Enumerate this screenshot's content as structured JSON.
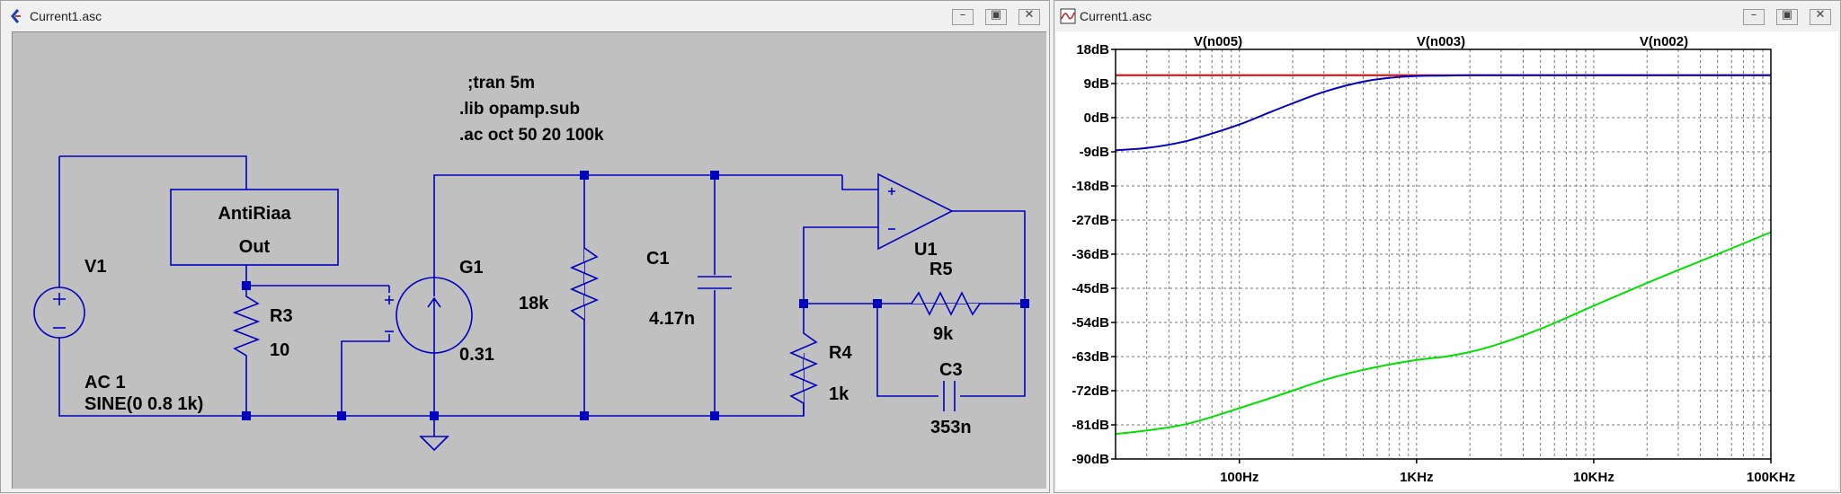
{
  "schematic_window": {
    "title": "Current1.asc"
  },
  "plot_window": {
    "title": "Current1.asc"
  },
  "directives": [
    ";tran 5m",
    ".lib opamp.sub",
    ".ac oct 50 20 100k"
  ],
  "components": {
    "v1": {
      "name": "V1",
      "ac": "AC 1",
      "sine": "SINE(0 0.8 1k)"
    },
    "antiriaa": {
      "line1": "AntiRiaa",
      "line2": "Out"
    },
    "r3": {
      "name": "R3",
      "value": "10"
    },
    "g1": {
      "name": "G1",
      "value": "0.31"
    },
    "r_18k": {
      "value": "18k"
    },
    "c1": {
      "name": "C1",
      "value": "4.17n"
    },
    "u1": {
      "name": "U1"
    },
    "r5": {
      "name": "R5",
      "value": "9k"
    },
    "r4": {
      "name": "R4",
      "value": "1k"
    },
    "c3": {
      "name": "C3",
      "value": "353n"
    }
  },
  "colors": {
    "wire": "#0000c0",
    "schematic_bg": "#c0c0c0",
    "v_n005": "#00e000",
    "v_n003": "#e00000",
    "v_n002": "#0000c0"
  },
  "chart_data": {
    "type": "line",
    "xscale": "log",
    "xlim": [
      20,
      100000
    ],
    "ylim": [
      -90,
      18
    ],
    "y_unit": "dB",
    "y_ticks": [
      "18dB",
      "9dB",
      "0dB",
      "-9dB",
      "-18dB",
      "-27dB",
      "-36dB",
      "-45dB",
      "-54dB",
      "-63dB",
      "-72dB",
      "-81dB",
      "-90dB"
    ],
    "x_ticks": [
      "100Hz",
      "1KHz",
      "10KHz",
      "100KHz"
    ],
    "grid": true,
    "legend": "top",
    "series": [
      {
        "name": "V(n005)",
        "color": "#00e000",
        "x": [
          20,
          30,
          50,
          100,
          200,
          300,
          500,
          1000,
          1500,
          2000,
          3000,
          5000,
          7000,
          10000,
          20000,
          30000,
          50000,
          100000
        ],
        "y": [
          -83.4,
          -82.5,
          -80.8,
          -76.6,
          -72,
          -69.2,
          -66.5,
          -63.9,
          -62.9,
          -61.8,
          -59.5,
          -55.7,
          -52.8,
          -49.6,
          -43.6,
          -40.2,
          -36,
          -30.2
        ]
      },
      {
        "name": "V(n003)",
        "color": "#e00000",
        "x": [
          20,
          100000
        ],
        "y": [
          11.2,
          11.2
        ]
      },
      {
        "name": "V(n002)",
        "color": "#0000c0",
        "x": [
          20,
          30,
          50,
          70,
          100,
          150,
          200,
          300,
          500,
          700,
          1000,
          1500,
          2000,
          3000,
          5000,
          10000,
          100000
        ],
        "y": [
          -8.6,
          -8.0,
          -6.2,
          -4.2,
          -1.8,
          1.5,
          3.8,
          6.8,
          9.5,
          10.5,
          11.0,
          11.1,
          11.2,
          11.2,
          11.2,
          11.2,
          11.2
        ]
      }
    ]
  }
}
